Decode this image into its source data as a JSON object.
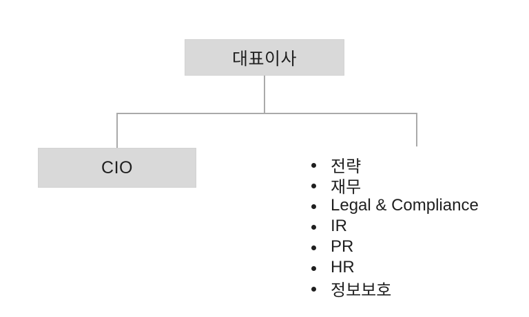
{
  "colors": {
    "background": "#ffffff",
    "box_fill": "#d9d9d9",
    "box_border": "#d2d2d2",
    "line": "#a9a9a9",
    "text": "#1f1f1f"
  },
  "org_chart": {
    "root": {
      "label": "대표이사"
    },
    "children": {
      "cio": {
        "label": "CIO"
      },
      "departments": {
        "items": [
          "전략",
          "재무",
          "Legal & Compliance",
          "IR",
          "PR",
          "HR",
          "정보보호"
        ]
      }
    }
  }
}
